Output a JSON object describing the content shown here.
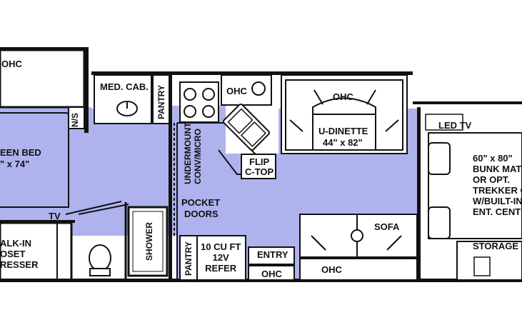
{
  "colors": {
    "floor": "#aeb3ee",
    "wall": "#111111",
    "cabinet": "#ffffff",
    "fixture_fill": "#ffffff",
    "fixture_line": "#222222"
  },
  "labels": {
    "ohc_bedroom": "OHC",
    "queen_bed": "EEN BED",
    "queen_bed_size": "\" x 74\"",
    "ns": "N/S",
    "tv_bedroom": "TV",
    "closet": [
      "ALK-IN",
      "OSET",
      "RESSER"
    ],
    "med_cab": "MED. CAB.",
    "pantry_top": "PANTRY",
    "shower": "SHOWER",
    "undermount": "UNDERMOUNT",
    "conv_micro": "CONV/MICRO",
    "ohc_kitchen": "OHC",
    "flip": "FLIP",
    "c_top": "C-TOP",
    "pocket": "POCKET",
    "doors": "DOORS",
    "pantry_bottom": "PANTRY",
    "refer": [
      "10 CU FT",
      "12V",
      "REFER"
    ],
    "entry": "ENTRY",
    "ohc_entry": "OHC",
    "ohc_dinette": "OHC",
    "u_dinette": "U-DINETTE",
    "dinette_size": "44\" x 82\"",
    "sofa": "SOFA",
    "ohc_sofa": "OHC",
    "led_tv": "LED TV",
    "bunk": [
      "60\" x 80\"",
      "BUNK MAT",
      "OR OPT.",
      "TREKKER CA",
      "W/BUILT-IN",
      "ENT. CENTE"
    ],
    "storage": "STORAGE"
  }
}
